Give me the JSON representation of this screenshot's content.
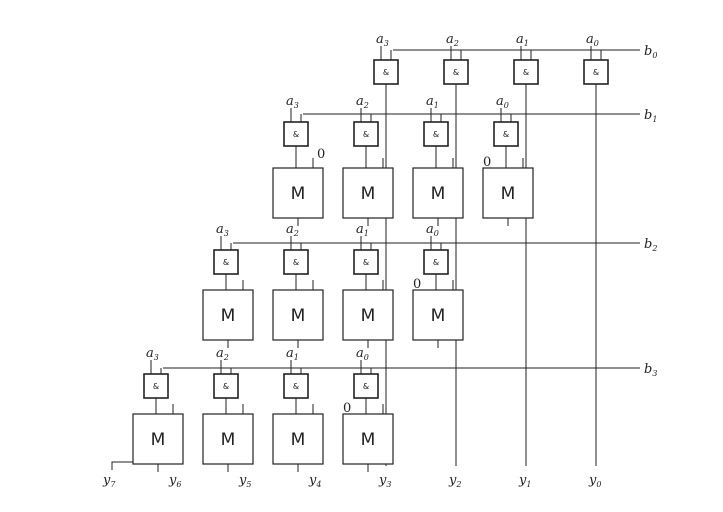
{
  "diagram": {
    "input_a_labels": [
      "a3",
      "a2",
      "a1",
      "a0"
    ],
    "input_b_labels": [
      "b0",
      "b1",
      "b2",
      "b3"
    ],
    "output_labels": [
      "y7",
      "y6",
      "y5",
      "y4",
      "y3",
      "y2",
      "y1",
      "y0"
    ],
    "carry_in_label": "0",
    "and_gate_symbol": "&",
    "adder_symbol": "M"
  }
}
